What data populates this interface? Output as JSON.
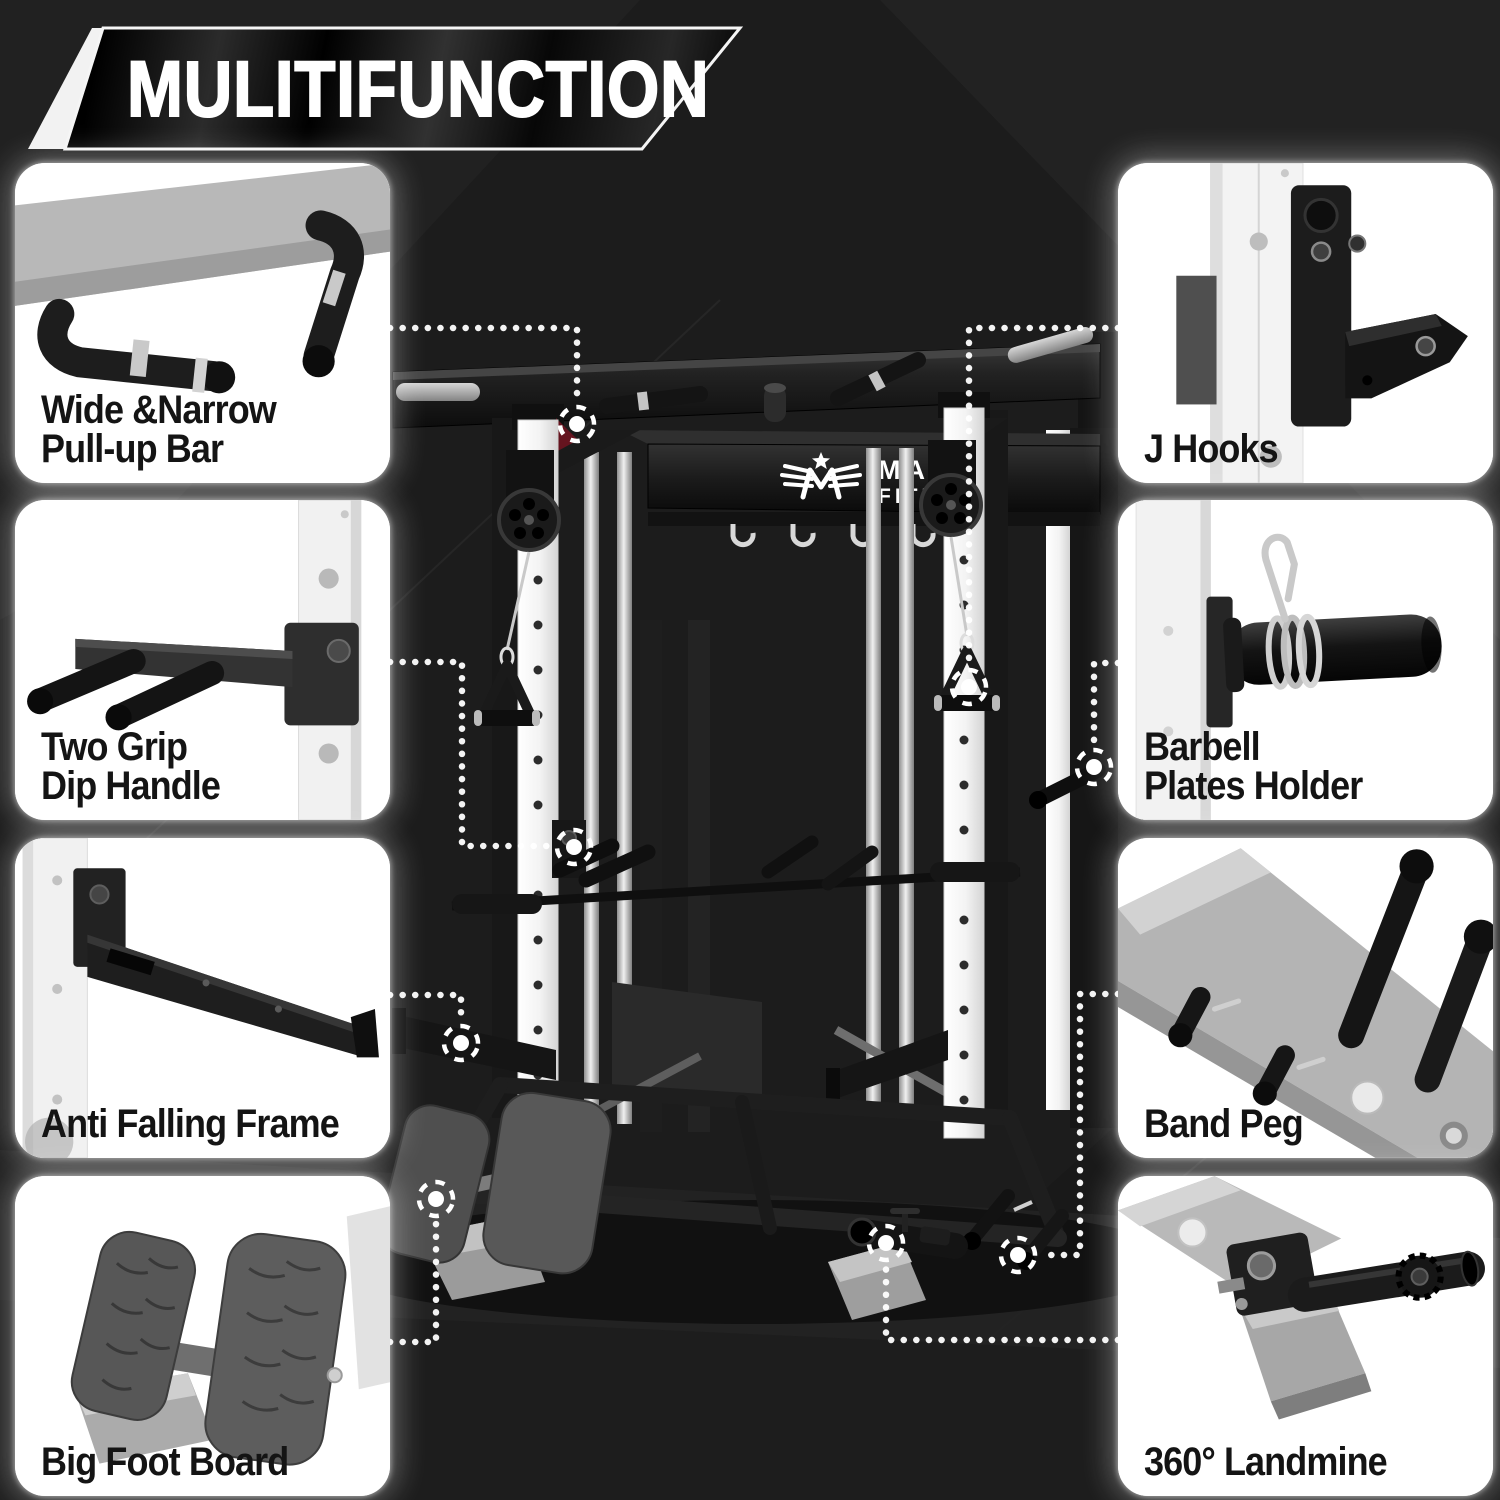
{
  "title": {
    "text": "MULITIFUNCTION"
  },
  "brand": {
    "line1": "MAJOR",
    "line2": "FITNESS"
  },
  "features": {
    "left": [
      {
        "id": "pullup-bar",
        "line1": "Wide &Narrow",
        "line2": "Pull-up Bar"
      },
      {
        "id": "dip-handle",
        "line1": "Two Grip",
        "line2": "Dip Handle"
      },
      {
        "id": "anti-falling-frame",
        "line1": "Anti Falling Frame",
        "line2": ""
      },
      {
        "id": "big-foot-board",
        "line1": "Big Foot Board",
        "line2": ""
      }
    ],
    "right": [
      {
        "id": "j-hooks",
        "line1": "J Hooks",
        "line2": ""
      },
      {
        "id": "barbell-plates-holder",
        "line1": "Barbell",
        "line2": "Plates Holder"
      },
      {
        "id": "band-peg",
        "line1": "Band Peg",
        "line2": ""
      },
      {
        "id": "landmine",
        "line1": "360° Landmine",
        "line2": ""
      }
    ]
  },
  "colors": {
    "background": "#1c1c1c",
    "card": "#ffffff",
    "label_text": "#141414",
    "accent": "#ffffff",
    "machine_dark": "#1d1d1d",
    "machine_white": "#f5f5f5"
  }
}
